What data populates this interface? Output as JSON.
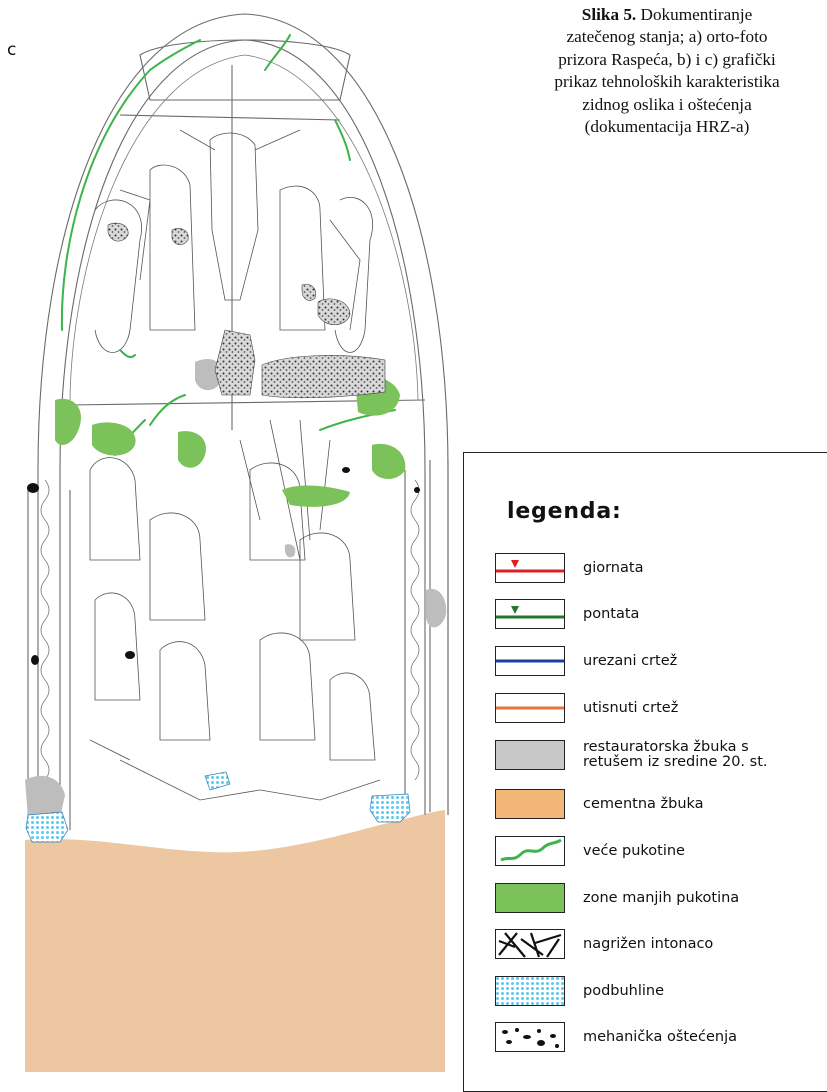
{
  "panel_label": "c",
  "caption": {
    "figure_label": "Slika 5.",
    "lines": [
      "Dokumentiranje",
      "zatečenog stanja; a) orto-foto",
      "prizora Raspeća, b) i c) grafički",
      "prikaz tehnoloških karakteristika",
      "zidnog oslika i oštećenja",
      "(dokumentacija HRZ-a)"
    ]
  },
  "legend": {
    "title": "legenda:",
    "items": [
      {
        "key": "giornata",
        "label": "giornata",
        "swatch": "giornata",
        "color": "#e02020"
      },
      {
        "key": "pontata",
        "label": "pontata",
        "swatch": "pontata",
        "color": "#1f7a2e"
      },
      {
        "key": "urezani",
        "label": "urezani crtež",
        "swatch": "blue-line",
        "color": "#1a3fa3"
      },
      {
        "key": "utisnuti",
        "label": "utisnuti crtež",
        "swatch": "orange-line",
        "color": "#e8743a"
      },
      {
        "key": "restauratorska",
        "label": "restauratorska žbuka s\nretušem iz sredine 20. st.",
        "swatch": "grey-fill",
        "color": "#c8c8c8"
      },
      {
        "key": "cementna",
        "label": "cementna žbuka",
        "swatch": "orange-fill",
        "color": "#f2b679"
      },
      {
        "key": "pukotine",
        "label": "veće pukotine",
        "swatch": "green-crack",
        "color": "#3cb44a"
      },
      {
        "key": "zone",
        "label": "zone manjih pukotina",
        "swatch": "green-fill",
        "color": "#7cc25a"
      },
      {
        "key": "intonaco",
        "label": "nagrižen intonaco",
        "swatch": "hatch",
        "color": "#111111"
      },
      {
        "key": "podbuhline",
        "label": "podbuhline",
        "swatch": "blue-dots",
        "color": "#5ec8f0"
      },
      {
        "key": "mehanicka",
        "label": "mehanička oštećenja",
        "swatch": "black-spots",
        "color": "#111111"
      }
    ]
  },
  "colors": {
    "cement": "#ecc7a2",
    "restoration": "#bdbdbd",
    "minor_cracks": "#7cc25a",
    "major_cracks": "#3cb44a",
    "delamination": "#5ec8f0",
    "line_drawing": "#555555"
  }
}
